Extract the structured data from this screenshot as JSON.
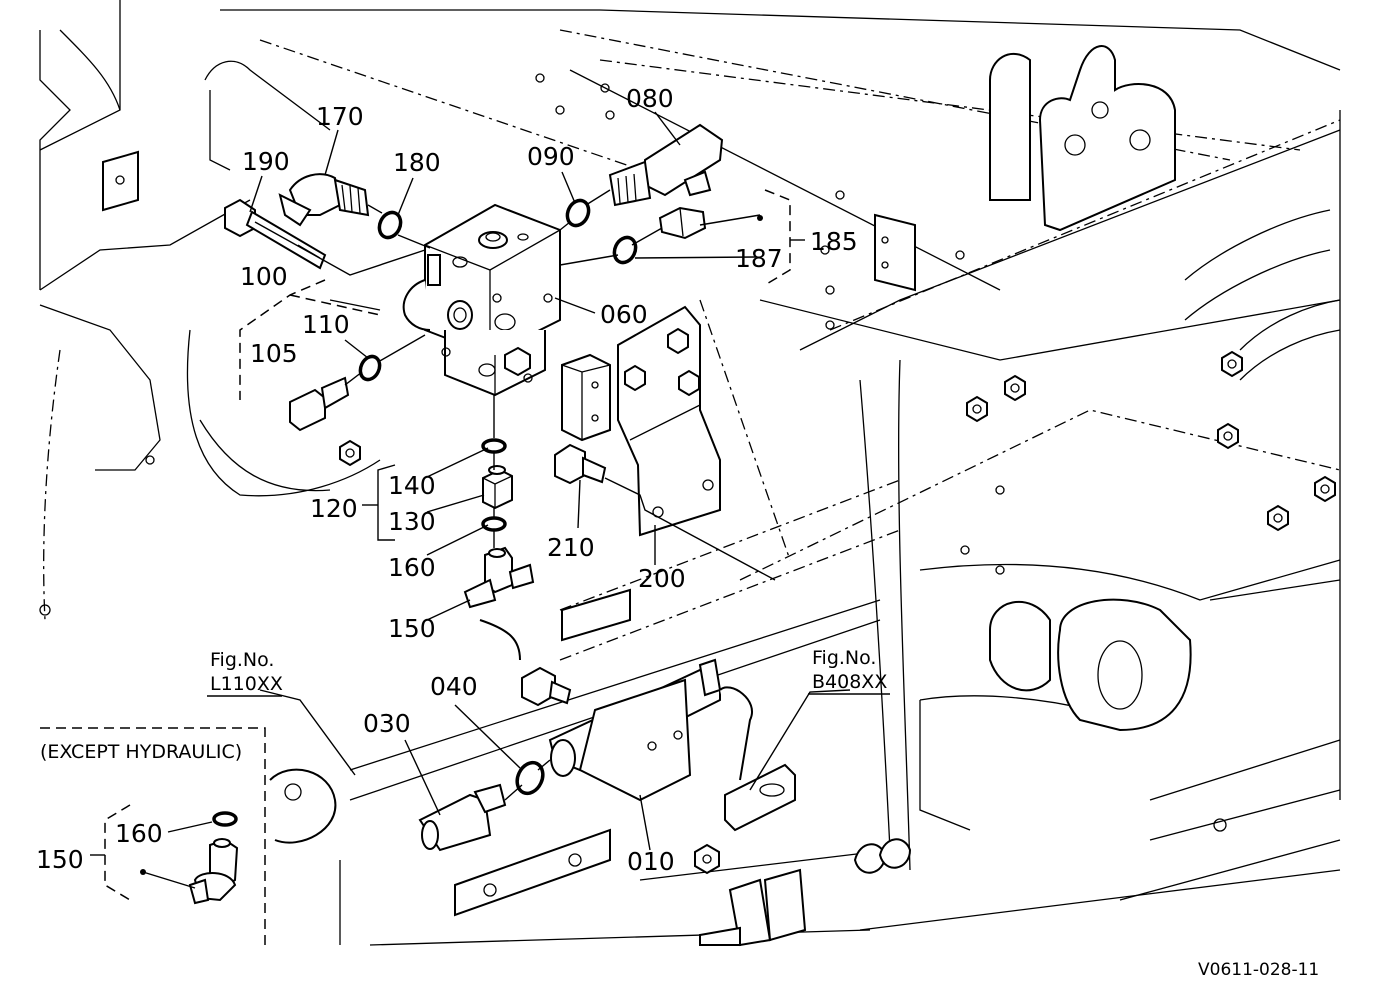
{
  "parts": {
    "p010": "010",
    "p030": "030",
    "p040": "040",
    "p060": "060",
    "p080": "080",
    "p090": "090",
    "p100": "100",
    "p105": "105",
    "p110": "110",
    "p120": "120",
    "p130": "130",
    "p140": "140",
    "p150": "150",
    "p160": "160",
    "p170": "170",
    "p180": "180",
    "p185": "185",
    "p187": "187",
    "p190": "190",
    "p200": "200",
    "p210": "210"
  },
  "references": {
    "fig_prefix": "Fig.No.",
    "fig_a": "L110XX",
    "fig_b": "B408XX"
  },
  "inset": {
    "title": "(EXCEPT HYDRAULIC)",
    "part_150": "150",
    "part_160": "160"
  },
  "drawing_code": "V0611-028-11"
}
